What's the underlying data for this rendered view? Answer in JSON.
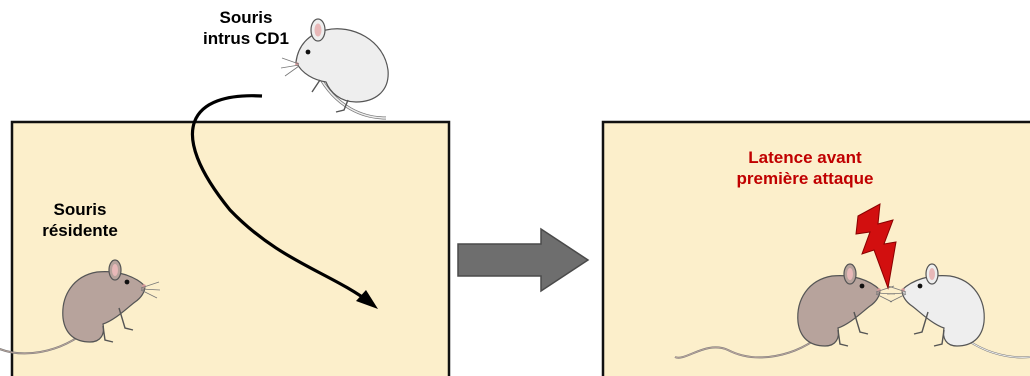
{
  "labels": {
    "intruder_line1": "Souris",
    "intruder_line2": "intrus CD1",
    "resident_line1": "Souris",
    "resident_line2": "résidente",
    "latency_line1": "Latence avant",
    "latency_line2": "première attaque"
  },
  "colors": {
    "cage_fill": "#FCEFCB",
    "cage_border": "#111111",
    "arrow_fill": "#6E6E6E",
    "latency_text": "#C00000",
    "lightning": "#D20F0F",
    "brown_mouse": "#B7A39C",
    "white_mouse": "#EEEEEE"
  },
  "icons": {
    "intruder": "white-mouse-icon",
    "resident": "brown-mouse-icon",
    "transition": "right-arrow-icon",
    "attack": "lightning-bolt-icon"
  }
}
